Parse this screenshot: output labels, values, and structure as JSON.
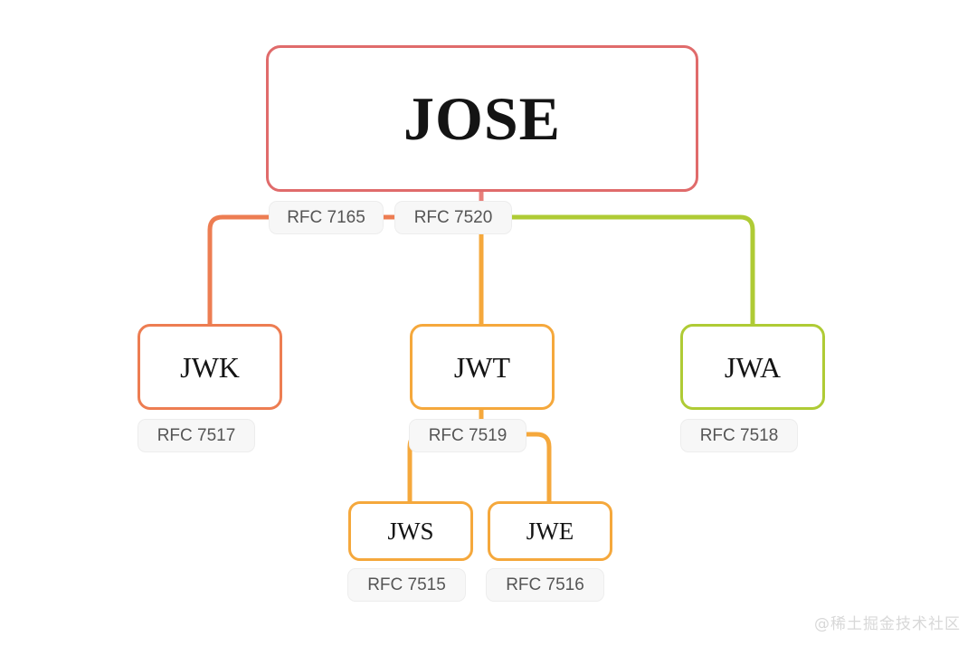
{
  "diagram": {
    "title": "JOSE specification family tree",
    "background": "#ffffff",
    "colors": {
      "root_red": "#E06B6B",
      "branch_orange": "#ED7D52",
      "branch_amber": "#F5A83C",
      "branch_green": "#AFCB35",
      "pill_bg": "#f7f7f7",
      "pill_text": "#555555",
      "node_text": "#141414",
      "watermark": "#d8d8d8"
    },
    "root": {
      "label": "JOSE",
      "border_color": "#E06B6B"
    },
    "edge_labels": [
      {
        "id": "rfc-7165",
        "label": "RFC 7165"
      },
      {
        "id": "rfc-7520",
        "label": "RFC 7520"
      }
    ],
    "level2": [
      {
        "id": "jwk",
        "label": "JWK",
        "border_color": "#ED7D52",
        "rfc": "RFC 7517"
      },
      {
        "id": "jwt",
        "label": "JWT",
        "border_color": "#F5A83C",
        "rfc": "RFC 7519"
      },
      {
        "id": "jwa",
        "label": "JWA",
        "border_color": "#AFCB35",
        "rfc": "RFC 7518"
      }
    ],
    "level3": [
      {
        "id": "jws",
        "label": "JWS",
        "border_color": "#F5A83C",
        "rfc": "RFC 7515",
        "parent": "jwt"
      },
      {
        "id": "jwe",
        "label": "JWE",
        "border_color": "#F5A83C",
        "rfc": "RFC 7516",
        "parent": "jwt"
      }
    ],
    "watermark": "@稀土掘金技术社区"
  }
}
